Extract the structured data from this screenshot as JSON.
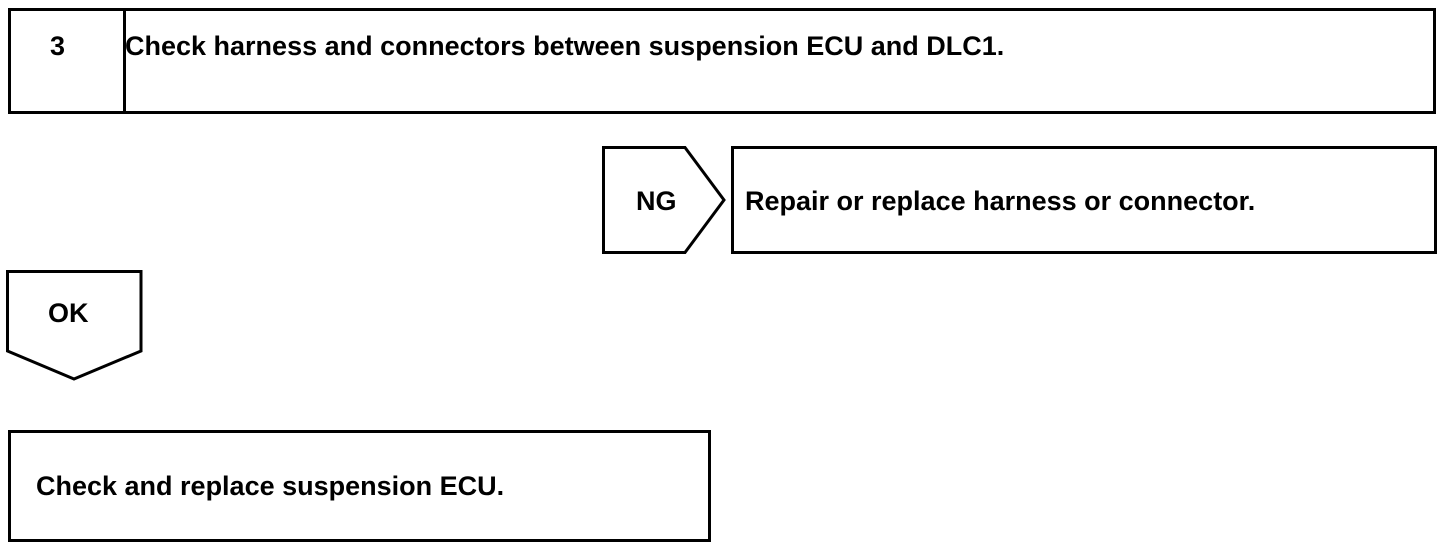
{
  "step": {
    "number": "3",
    "title": "Check harness and connectors between suspension ECU and DLC1."
  },
  "ng_branch": {
    "label": "NG",
    "action": "Repair or replace harness or connector."
  },
  "ok_branch": {
    "label": "OK"
  },
  "final_step": {
    "action": "Check and replace suspension ECU."
  }
}
